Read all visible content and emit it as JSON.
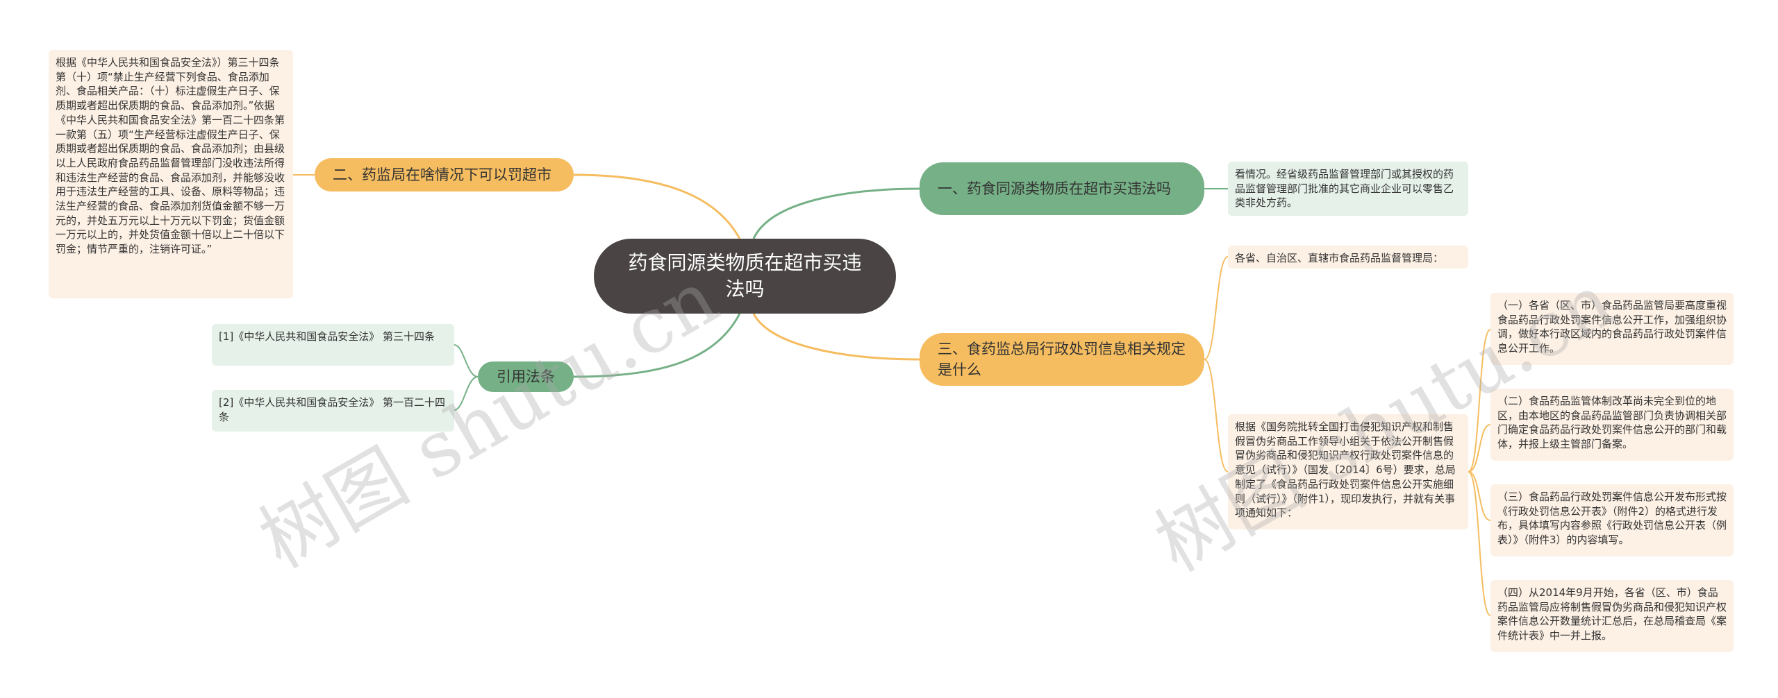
{
  "root": {
    "label": "药食同源类物质在超市买违法吗"
  },
  "topics": {
    "t1": "一、药食同源类物质在超市买违法吗",
    "t2": "二、药监局在啥情况下可以罚超市",
    "t3": "三、食药监总局行政处罚信息相关规定是什么",
    "t4": "引用法条"
  },
  "notes": {
    "n1": "看情况。经省级药品监督管理部门或其授权的药品监督管理部门批准的其它商业企业可以零售乙类非处方药。",
    "n2": "根据《中华人民共和国食品安全法》）第三十四条第（十）项“禁止生产经营下列食品、食品添加剂、食品相关产品：（十）标注虚假生产日子、保质期或者超出保质期的食品、食品添加剂。”依据《中华人民共和国食品安全法》第一百二十四条第一款第（五）项“生产经营标注虚假生产日子、保质期或者超出保质期的食品、食品添加剂；由县级以上人民政府食品药品监督管理部门没收违法所得和违法生产经营的食品、食品添加剂，并能够没收用于违法生产经营的工具、设备、原料等物品；违法生产经营的食品、食品添加剂货值金额不够一万元的，并处五万元以上十万元以下罚金；货值金额一万元以上的，并处货值金额十倍以上二十倍以下罚金；情节严重的，注销许可证。”",
    "n3": "各省、自治区、直辖市食品药品监督管理局：",
    "n4": "根据《国务院批转全国打击侵犯知识产权和制售假冒伪劣商品工作领导小组关于依法公开制售假冒伪劣商品和侵犯知识产权行政处罚案件信息的意见（试行）》（国发〔2014〕6号）要求，总局制定了《食品药品行政处罚案件信息公开实施细则（试行）》（附件1），现印发执行，并就有关事项通知如下：",
    "n5": "（一）各省（区、市）食品药品监管局要高度重视食品药品行政处罚案件信息公开工作，加强组织协调，做好本行政区域内的食品药品行政处罚案件信息公开工作。",
    "n6": "（二）食品药品监管体制改革尚未完全到位的地区，由本地区的食品药品监管部门负责协调相关部门确定食品药品行政处罚案件信息公开的部门和载体，并报上级主管部门备案。",
    "n7": "（三）食品药品行政处罚案件信息公开发布形式按《行政处罚信息公开表》（附件2）的格式进行发布，具体填写内容参照《行政处罚信息公开表（例表）》（附件3）的内容填写。",
    "n8": "（四）从2014年9月开始，各省（区、市）食品药品监管局应将制售假冒伪劣商品和侵犯知识产权案件信息公开数量统计汇总后，在总局稽查局《案件统计表》中一并上报。",
    "n9": "[1]《中华人民共和国食品安全法》 第三十四条",
    "n10": "[2]《中华人民共和国食品安全法》 第一百二十四条"
  },
  "watermark": "树图 shutu.cn",
  "colors": {
    "green": "#75b086",
    "orange": "#f5bd60",
    "root": "#4a4444"
  }
}
